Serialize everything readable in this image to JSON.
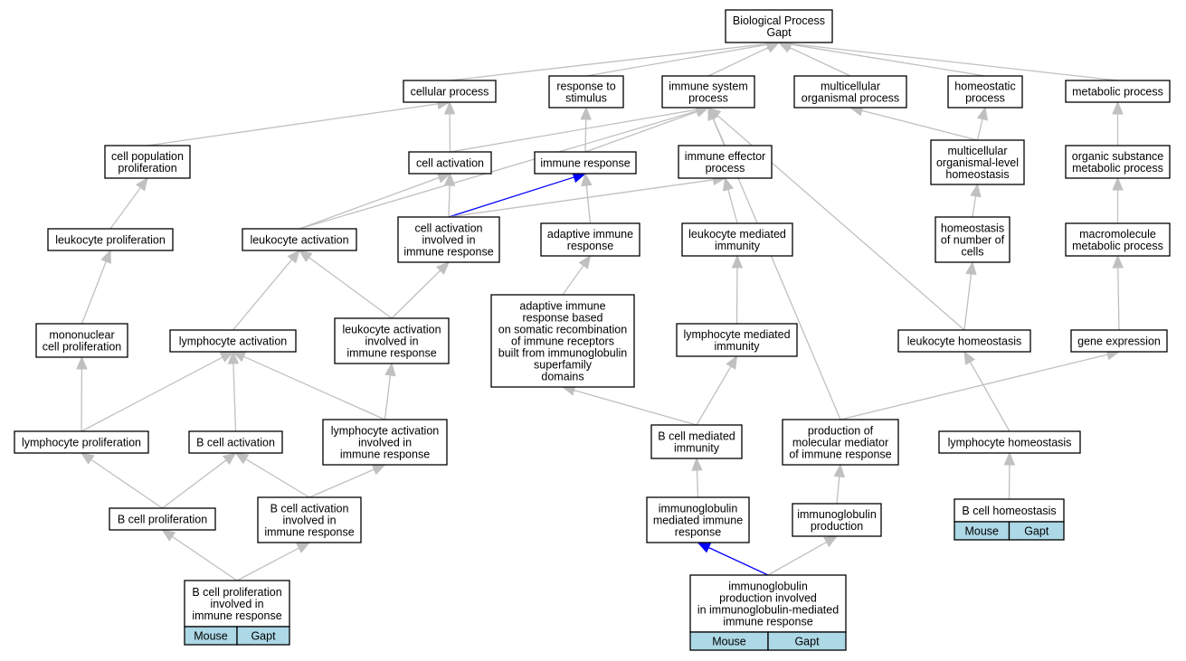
{
  "diagram": {
    "nodes": [
      {
        "id": "bp",
        "lines": [
          "Biological Process",
          "Gapt"
        ]
      },
      {
        "id": "cp",
        "lines": [
          "cellular process"
        ]
      },
      {
        "id": "rts",
        "lines": [
          "response to",
          "stimulus"
        ]
      },
      {
        "id": "isp",
        "lines": [
          "immune system",
          "process"
        ]
      },
      {
        "id": "mop",
        "lines": [
          "multicellular",
          "organismal process"
        ]
      },
      {
        "id": "hp",
        "lines": [
          "homeostatic",
          "process"
        ]
      },
      {
        "id": "mp",
        "lines": [
          "metabolic process"
        ]
      },
      {
        "id": "cpp",
        "lines": [
          "cell population",
          "proliferation"
        ]
      },
      {
        "id": "ca",
        "lines": [
          "cell activation"
        ]
      },
      {
        "id": "ir",
        "lines": [
          "immune response"
        ]
      },
      {
        "id": "iep",
        "lines": [
          "immune effector",
          "process"
        ]
      },
      {
        "id": "molh",
        "lines": [
          "multicellular",
          "organismal-level",
          "homeostasis"
        ]
      },
      {
        "id": "osmp",
        "lines": [
          "organic substance",
          "metabolic process"
        ]
      },
      {
        "id": "lp",
        "lines": [
          "leukocyte proliferation"
        ]
      },
      {
        "id": "la",
        "lines": [
          "leukocyte activation"
        ]
      },
      {
        "id": "caiir",
        "lines": [
          "cell activation",
          "involved in",
          "immune response"
        ]
      },
      {
        "id": "air",
        "lines": [
          "adaptive immune",
          "response"
        ]
      },
      {
        "id": "lmi",
        "lines": [
          "leukocyte mediated",
          "immunity"
        ]
      },
      {
        "id": "hnc",
        "lines": [
          "homeostasis",
          "of number of",
          "cells"
        ]
      },
      {
        "id": "mmp",
        "lines": [
          "macromolecule",
          "metabolic process"
        ]
      },
      {
        "id": "mcp",
        "lines": [
          "mononuclear",
          "cell proliferation"
        ]
      },
      {
        "id": "lya",
        "lines": [
          "lymphocyte activation"
        ]
      },
      {
        "id": "laiir",
        "lines": [
          "leukocyte activation",
          "involved in",
          "immune response"
        ]
      },
      {
        "id": "airb",
        "lines": [
          "adaptive immune",
          "response based",
          "on somatic recombination",
          "of immune receptors",
          "built from immunoglobulin",
          "superfamily",
          "domains"
        ]
      },
      {
        "id": "lymi",
        "lines": [
          "lymphocyte mediated",
          "immunity"
        ]
      },
      {
        "id": "lh",
        "lines": [
          "leukocyte homeostasis"
        ]
      },
      {
        "id": "ge",
        "lines": [
          "gene expression"
        ]
      },
      {
        "id": "lyp",
        "lines": [
          "lymphocyte proliferation"
        ]
      },
      {
        "id": "bca",
        "lines": [
          "B cell activation"
        ]
      },
      {
        "id": "lyaiir",
        "lines": [
          "lymphocyte activation",
          "involved in",
          "immune response"
        ]
      },
      {
        "id": "bcmi",
        "lines": [
          "B cell mediated",
          "immunity"
        ]
      },
      {
        "id": "pmmir",
        "lines": [
          "production of",
          "molecular mediator",
          "of immune response"
        ]
      },
      {
        "id": "lyh",
        "lines": [
          "lymphocyte homeostasis"
        ]
      },
      {
        "id": "bcp",
        "lines": [
          "B cell proliferation"
        ]
      },
      {
        "id": "bcaiir",
        "lines": [
          "B cell activation",
          "involved in",
          "immune response"
        ]
      },
      {
        "id": "imir",
        "lines": [
          "immunoglobulin",
          "mediated immune",
          "response"
        ]
      },
      {
        "id": "ip",
        "lines": [
          "immunoglobulin",
          "production"
        ]
      },
      {
        "id": "bch",
        "lines": [
          "B cell homeostasis"
        ],
        "cells": [
          "Mouse",
          "Gapt"
        ]
      },
      {
        "id": "bcpiir",
        "lines": [
          "B cell proliferation",
          "involved in",
          "immune response"
        ],
        "cells": [
          "Mouse",
          "Gapt"
        ]
      },
      {
        "id": "ipiimir",
        "lines": [
          "immunoglobulin",
          "production involved",
          "in immunoglobulin-mediated",
          "immune response"
        ],
        "cells": [
          "Mouse",
          "Gapt"
        ]
      }
    ],
    "edges": [
      {
        "from": "cp",
        "to": "bp"
      },
      {
        "from": "rts",
        "to": "bp"
      },
      {
        "from": "isp",
        "to": "bp"
      },
      {
        "from": "mop",
        "to": "bp"
      },
      {
        "from": "hp",
        "to": "bp"
      },
      {
        "from": "mp",
        "to": "bp"
      },
      {
        "from": "cpp",
        "to": "cp"
      },
      {
        "from": "ca",
        "to": "cp"
      },
      {
        "from": "ca",
        "to": "isp"
      },
      {
        "from": "ir",
        "to": "rts"
      },
      {
        "from": "ir",
        "to": "isp"
      },
      {
        "from": "iep",
        "to": "isp"
      },
      {
        "from": "molh",
        "to": "mop"
      },
      {
        "from": "molh",
        "to": "hp"
      },
      {
        "from": "osmp",
        "to": "mp"
      },
      {
        "from": "lp",
        "to": "cpp"
      },
      {
        "from": "la",
        "to": "ca"
      },
      {
        "from": "la",
        "to": "isp"
      },
      {
        "from": "caiir",
        "to": "ca"
      },
      {
        "from": "caiir",
        "to": "ir",
        "highlight": true
      },
      {
        "from": "caiir",
        "to": "iep"
      },
      {
        "from": "air",
        "to": "ir"
      },
      {
        "from": "lmi",
        "to": "iep"
      },
      {
        "from": "hnc",
        "to": "molh"
      },
      {
        "from": "mmp",
        "to": "osmp"
      },
      {
        "from": "mcp",
        "to": "lp"
      },
      {
        "from": "lya",
        "to": "la"
      },
      {
        "from": "laiir",
        "to": "la"
      },
      {
        "from": "laiir",
        "to": "caiir"
      },
      {
        "from": "airb",
        "to": "air"
      },
      {
        "from": "lymi",
        "to": "lmi"
      },
      {
        "from": "lh",
        "to": "hnc"
      },
      {
        "from": "lh",
        "to": "isp"
      },
      {
        "from": "ge",
        "to": "mmp"
      },
      {
        "from": "lyp",
        "to": "mcp"
      },
      {
        "from": "lyp",
        "to": "lya"
      },
      {
        "from": "bca",
        "to": "lya"
      },
      {
        "from": "lyaiir",
        "to": "lya"
      },
      {
        "from": "lyaiir",
        "to": "laiir"
      },
      {
        "from": "bcmi",
        "to": "airb"
      },
      {
        "from": "bcmi",
        "to": "lymi"
      },
      {
        "from": "pmmir",
        "to": "isp"
      },
      {
        "from": "pmmir",
        "to": "ge"
      },
      {
        "from": "lyh",
        "to": "lh"
      },
      {
        "from": "bcp",
        "to": "lyp"
      },
      {
        "from": "bcp",
        "to": "bca"
      },
      {
        "from": "bcaiir",
        "to": "bca"
      },
      {
        "from": "bcaiir",
        "to": "lyaiir"
      },
      {
        "from": "imir",
        "to": "bcmi"
      },
      {
        "from": "ip",
        "to": "pmmir"
      },
      {
        "from": "bch",
        "to": "lyh"
      },
      {
        "from": "bcpiir",
        "to": "bcp"
      },
      {
        "from": "bcpiir",
        "to": "bcaiir"
      },
      {
        "from": "ipiimir",
        "to": "imir",
        "highlight": true
      },
      {
        "from": "ipiimir",
        "to": "ip"
      }
    ]
  },
  "colors": {
    "edge": "#c0c0c0",
    "highlight_edge": "#0000ff",
    "node_fill": "#ffffff",
    "annotation_fill": "#add8e6",
    "border": "#000000"
  }
}
